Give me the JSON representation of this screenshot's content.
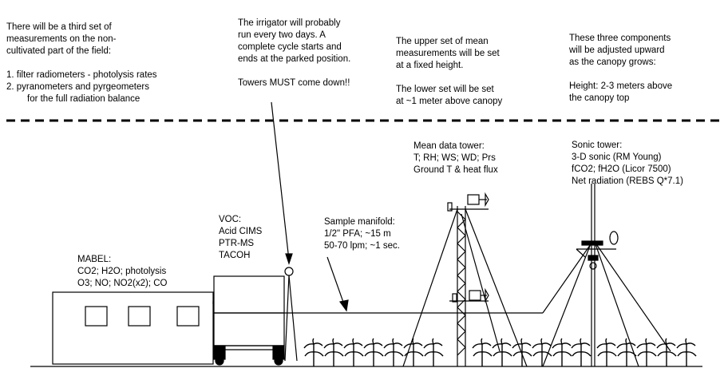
{
  "notes": {
    "third_set": [
      "There will be a third set of",
      "measurements on the non-",
      "cultivated part of the field:",
      "",
      "1. filter radiometers - photolysis rates",
      "2. pyranometers and pyrgeometers",
      "      for the full radiation balance"
    ],
    "irrigator": [
      "The irrigator will probably",
      "run every two days. A",
      "complete cycle starts and",
      "ends at the parked position.",
      "",
      "Towers MUST come down!!"
    ],
    "upper_set": [
      "The upper set of mean",
      "measurements will be set",
      "at a fixed height.",
      "",
      "The lower set will be set",
      "at ~1 meter above canopy"
    ],
    "components": [
      "These three components",
      "will be adjusted upward",
      "as the canopy grows:",
      "",
      "Height: 2-3 meters above",
      "the canopy top"
    ]
  },
  "labels": {
    "mean_tower": [
      "Mean data tower:",
      "T; RH; WS; WD; Prs",
      "Ground T & heat flux"
    ],
    "sonic_tower": [
      "Sonic tower:",
      "3-D sonic (RM Young)",
      "fCO2; fH2O (Licor 7500)",
      "Net radiation (REBS Q*7.1)"
    ],
    "voc": [
      "VOC:",
      "Acid CIMS",
      "PTR-MS",
      "TACOH"
    ],
    "manifold": [
      "Sample manifold:",
      "1/2\" PFA; ~15 m",
      "50-70 lpm; ~1 sec."
    ],
    "mabel": [
      "MABEL:",
      "CO2; H2O; photolysis",
      "O3; NO; NO2(x2); CO"
    ]
  }
}
